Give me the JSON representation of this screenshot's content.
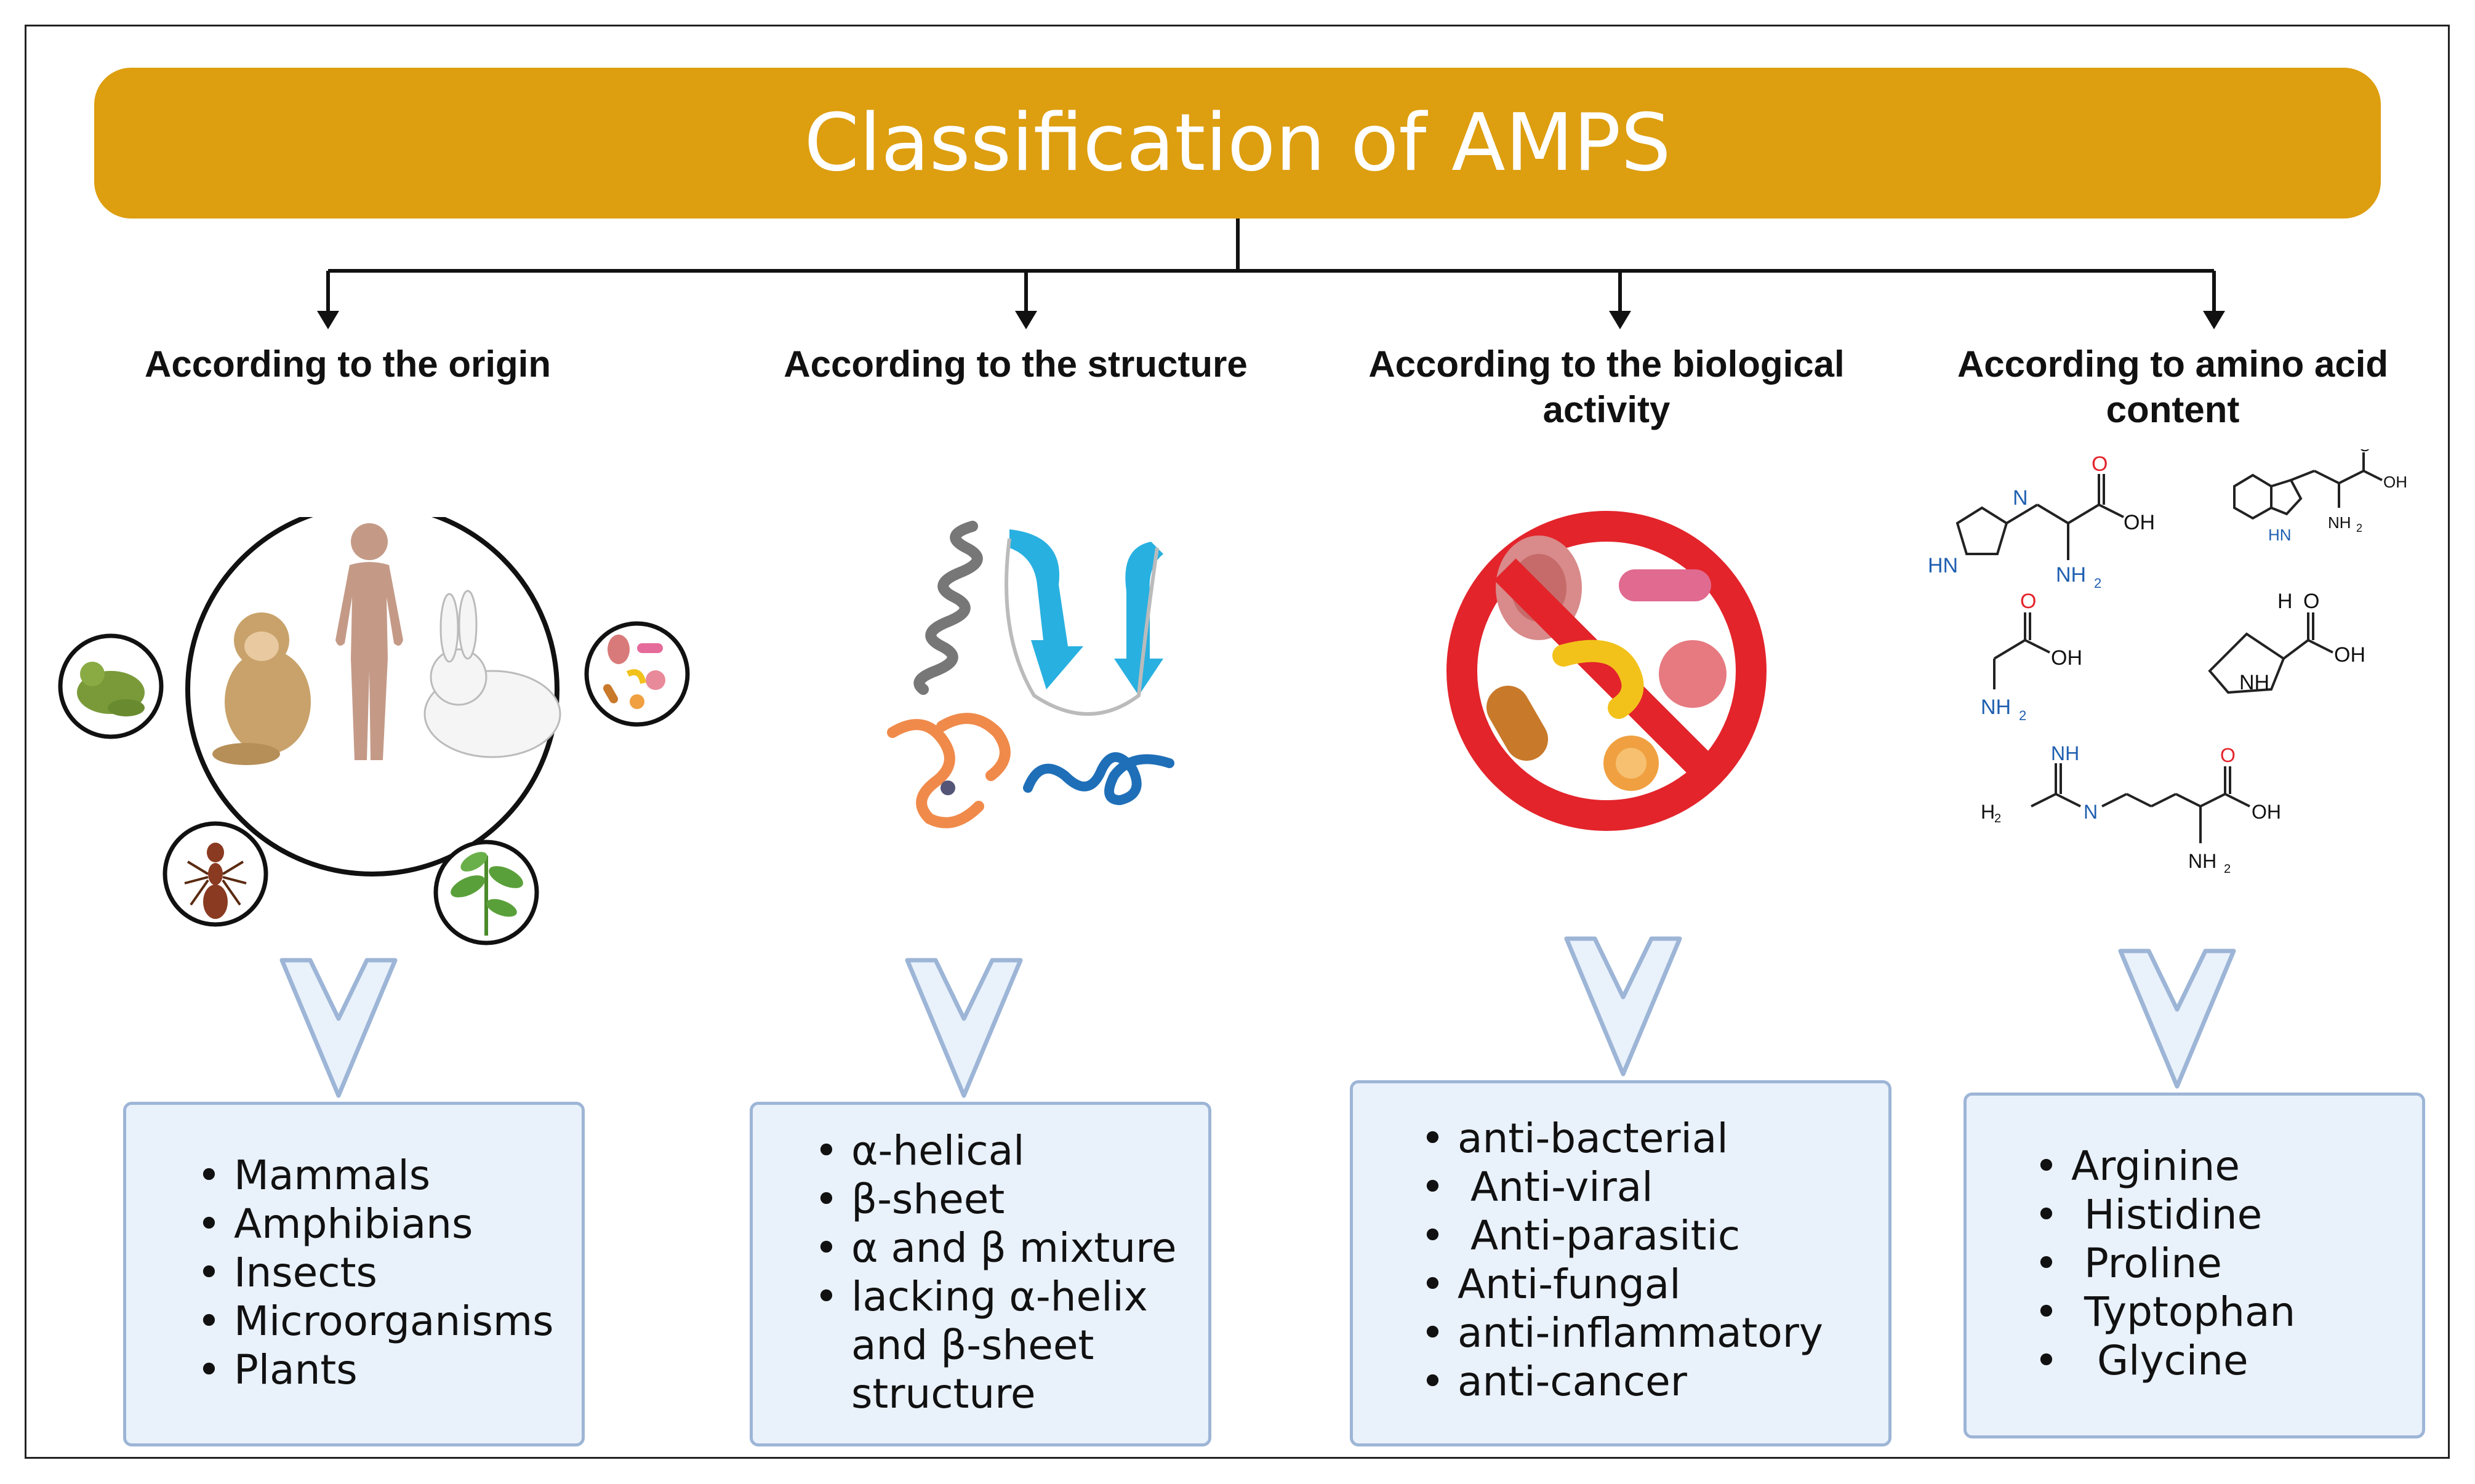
{
  "title": "Classification of AMPS",
  "columns": [
    {
      "heading": "According to the origin",
      "items": [
        "Mammals",
        "Amphibians",
        "Insects",
        "Microorganisms",
        "Plants"
      ]
    },
    {
      "heading": "According to the structure",
      "items": [
        "α-helical",
        "β-sheet",
        "α and β mixture",
        "lacking α-helix\nand β-sheet\nstructure"
      ]
    },
    {
      "heading": "According to the biological activity",
      "items": [
        "anti-bacterial",
        " Anti-viral",
        " Anti-parasitic",
        "Anti-fungal",
        "anti-inflammatory",
        "anti-cancer"
      ]
    },
    {
      "heading": "According to amino acid content",
      "items": [
        "Arginine",
        " Histidine",
        " Proline",
        " Typtophan",
        "  Glycine"
      ]
    }
  ],
  "chem_labels": {
    "O": "O",
    "OH": "OH",
    "N": "N",
    "HN": "HN",
    "NH": "NH",
    "NH2": "NH",
    "H2N": "H",
    "H": "H",
    "sub2": "2"
  },
  "colors": {
    "title_bg": "#dd9e0f",
    "box_bg": "#e9f1fb",
    "box_border": "#9db5d6",
    "chevron": "#9db5d6",
    "no_sign": "#e3242b"
  }
}
